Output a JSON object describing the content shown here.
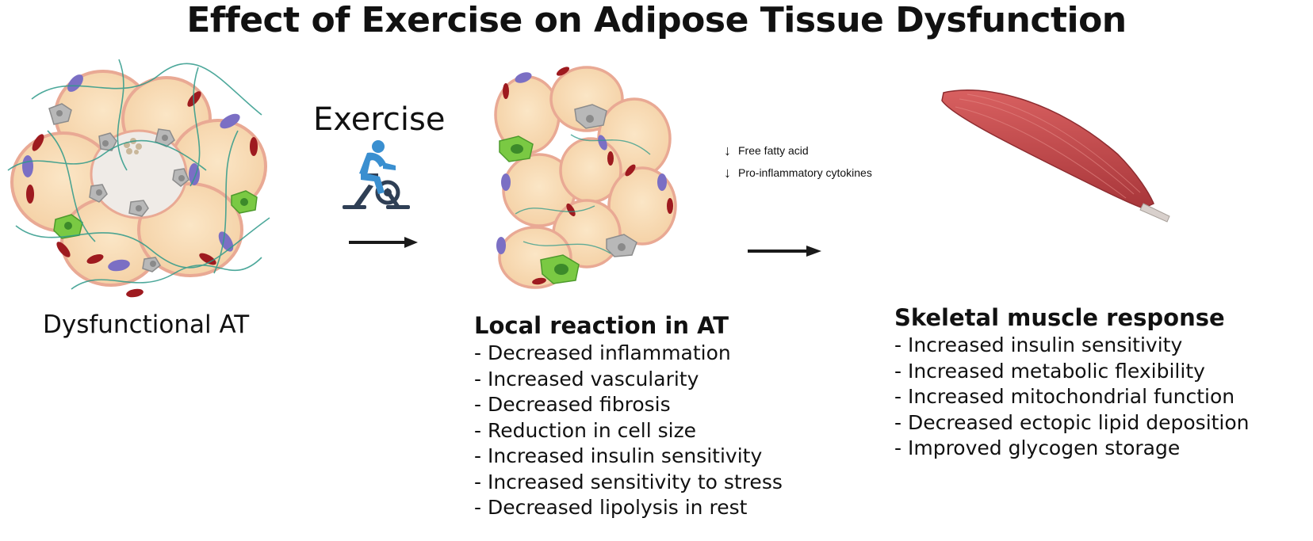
{
  "title": "Effect of Exercise on Adipose Tissue Dysfunction",
  "left": {
    "label": "Dysfunctional AT"
  },
  "exercise": {
    "label": "Exercise",
    "icon": "cyclist-icon"
  },
  "signals": [
    {
      "arrow": "↓",
      "text": "Free fatty acid"
    },
    {
      "arrow": "↓",
      "text": "Pro-inflammatory cytokines"
    }
  ],
  "local_reaction": {
    "heading": "Local reaction in AT",
    "items": [
      "- Decreased inflammation",
      "- Increased  vascularity",
      "- Decreased fibrosis",
      "- Reduction in cell size",
      "- Increased insulin sensitivity",
      "- Increased sensitivity to stress",
      "- Decreased lipolysis in rest"
    ]
  },
  "skeletal_muscle": {
    "heading": "Skeletal muscle response",
    "items": [
      "- Increased insulin sensitivity",
      "- Increased metabolic flexibility",
      "- Increased mitochondrial function",
      "- Decreased ectopic lipid deposition",
      "- Improved glycogen storage"
    ]
  },
  "colors": {
    "adipocyte_fill": "#f9dfb8",
    "adipocyte_stroke": "#e9a994",
    "capillary": "#9e1a1f",
    "nucleus_purple": "#7b6fc4",
    "macrophage_gray": "#b8b8b8",
    "macrophage_green": "#7ac943",
    "fibrosis": "#2e9a8a",
    "muscle": "#c2484a",
    "cyclist_blue": "#3a8fd0",
    "bike_dark": "#2f3f55"
  }
}
